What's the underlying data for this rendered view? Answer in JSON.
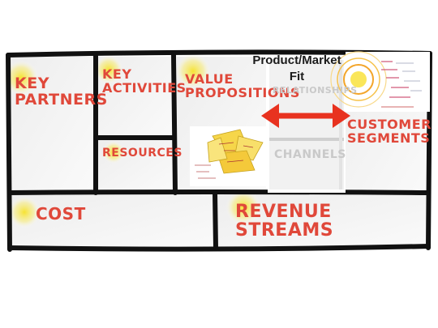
{
  "canvas": {
    "key_partners": "Key Partners",
    "key_activities": "Key Activities",
    "key_resources": "Resources",
    "value_propositions": "Value Propositions",
    "customer_relationships": "Relationships",
    "channels": "Channels",
    "customer_segments": "Customer Segments",
    "cost": "Cost",
    "revenue_streams": "Revenue Streams"
  },
  "overlay": {
    "fit_line1": "Product/Market",
    "fit_line2": "Fit"
  },
  "colors": {
    "ink": "#111111",
    "label_red": "#e0483a",
    "highlight": "#f4e23a",
    "arrow_red": "#e8321f"
  }
}
